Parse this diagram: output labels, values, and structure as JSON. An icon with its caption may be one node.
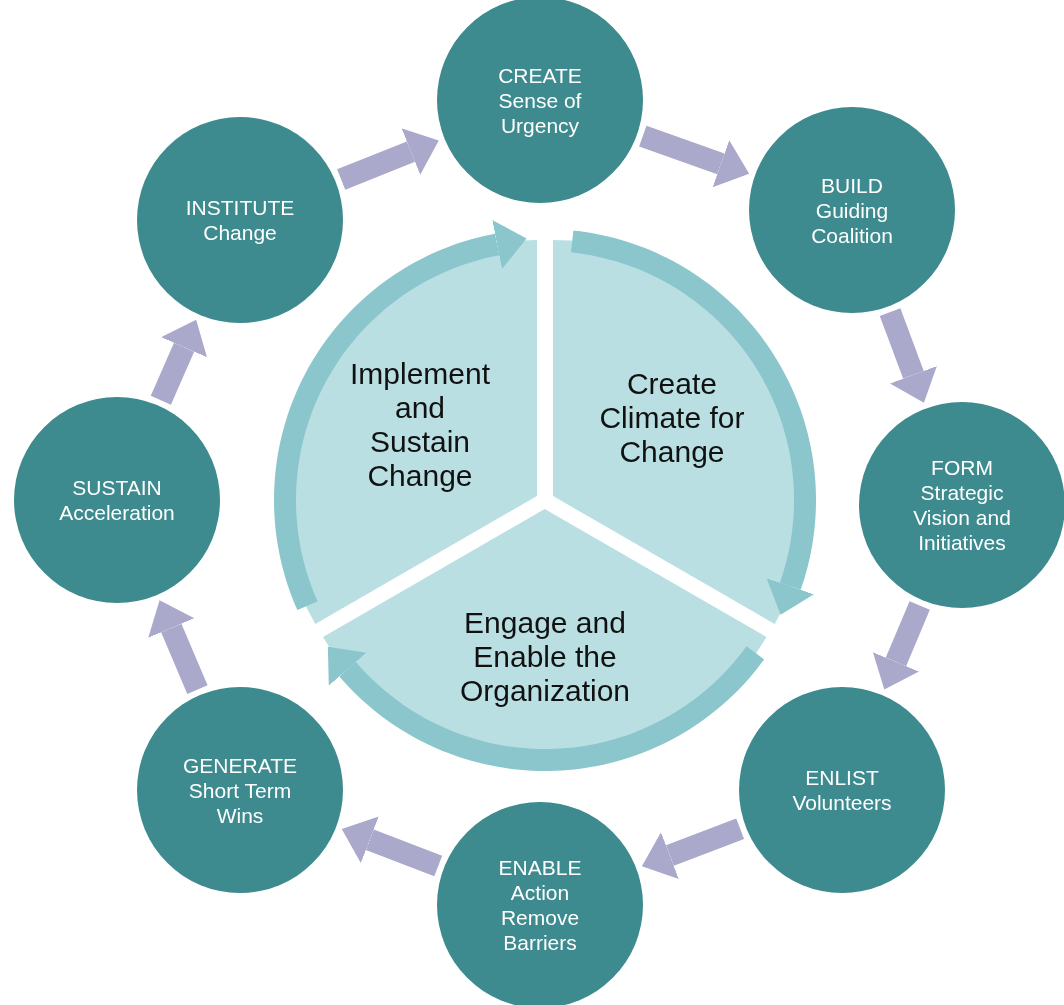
{
  "diagram": {
    "nodes": [
      {
        "text": [
          "CREATE",
          "Sense of Urgency"
        ]
      },
      {
        "text": [
          "BUILD",
          "Guiding Coalition"
        ]
      },
      {
        "text": [
          "FORM",
          "Strategic Vision and Initiatives"
        ]
      },
      {
        "text": [
          "ENLIST",
          "Volunteers"
        ]
      },
      {
        "text": [
          "ENABLE",
          "Action Remove Barriers"
        ]
      },
      {
        "text": [
          "GENERATE",
          "Short Term Wins"
        ]
      },
      {
        "text": [
          "SUSTAIN",
          "Acceleration"
        ]
      },
      {
        "text": [
          "INSTITUTE",
          "Change"
        ]
      },
      {
        "text": [
          "Implement and Sustain Change"
        ]
      },
      {
        "text": [
          "Create Climate for Change"
        ]
      },
      {
        "text": [
          "Engage and Enable the Organization"
        ]
      }
    ],
    "edges": [
      {
        "from": 0,
        "to": 1,
        "arrow": "to"
      },
      {
        "from": 1,
        "to": 2,
        "arrow": "to"
      },
      {
        "from": 2,
        "to": 3,
        "arrow": "to"
      },
      {
        "from": 3,
        "to": 4,
        "arrow": "to"
      },
      {
        "from": 4,
        "to": 5,
        "arrow": "to"
      },
      {
        "from": 5,
        "to": 6,
        "arrow": "to"
      },
      {
        "from": 6,
        "to": 7,
        "arrow": "to"
      },
      {
        "from": 7,
        "to": 0,
        "arrow": "to"
      },
      {
        "from": 8,
        "to": 9,
        "arrow": "to",
        "color": "#8bc6cd"
      },
      {
        "from": 9,
        "to": 10,
        "arrow": "to",
        "color": "#8bc6cd"
      },
      {
        "from": 10,
        "to": 8,
        "arrow": "to",
        "color": "#8bc6cd"
      }
    ]
  }
}
